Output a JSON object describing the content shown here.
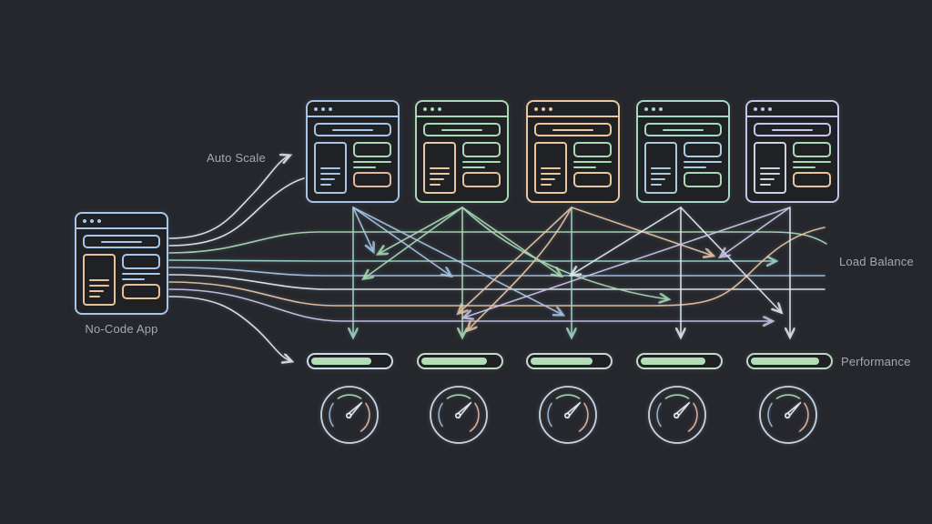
{
  "background": "#25272c",
  "palette": {
    "white": "#e4ebf2",
    "blue": "#a9c6e8",
    "green": "#a9dcb4",
    "teal": "#9fd8c8",
    "orange": "#ecc49e",
    "lavender": "#cfc8ec",
    "ring": "#c9d6e2",
    "needle": "#eaf0f6",
    "text": "#a3a9b2",
    "bar_fill": "#b2deb6"
  },
  "labels": {
    "app": "No-Code App",
    "auto_scale": "Auto Scale",
    "load_balance": "Load Balance",
    "performance": "Performance"
  },
  "source_window": {
    "colors": {
      "frame": "#a7c6e8",
      "sidebar": "#e6c29c",
      "block_top": "#a7c6e8",
      "block_bottom": "#e6c29c"
    }
  },
  "replica_windows": [
    {
      "colors": {
        "frame": "#a7c4e6",
        "sidebar": "#a7c4e6",
        "block_top": "#a9d8b4",
        "block_bottom": "#e4b8a0"
      }
    },
    {
      "colors": {
        "frame": "#a9d8b4",
        "sidebar": "#e8c8a2",
        "block_top": "#a9d8b4",
        "block_bottom": "#e6bf9c"
      }
    },
    {
      "colors": {
        "frame": "#e9c69e",
        "sidebar": "#e9c69e",
        "block_top": "#a9d8b4",
        "block_bottom": "#e9c69e"
      }
    },
    {
      "colors": {
        "frame": "#a5d8c0",
        "sidebar": "#a9c8dc",
        "block_top": "#a9cede",
        "block_bottom": "#a9d8b4"
      }
    },
    {
      "colors": {
        "frame": "#c7c3e9",
        "sidebar": "#ccd2da",
        "block_top": "#a9d8b4",
        "block_bottom": "#e8c49e"
      }
    }
  ],
  "performance_bars": [
    {
      "fill_pct": 78,
      "frame": "#ccdaea",
      "fill": "#b2deb6"
    },
    {
      "fill_pct": 85,
      "frame": "#c2dcc8",
      "fill": "#b2deb6"
    },
    {
      "fill_pct": 80,
      "frame": "#c8d8d4",
      "fill": "#b2deb6"
    },
    {
      "fill_pct": 84,
      "frame": "#c2dcc8",
      "fill": "#b2deb6"
    },
    {
      "fill_pct": 88,
      "frame": "#bdd8c2",
      "fill": "#b2deb6"
    }
  ],
  "gauge": {
    "ring": "#c9d6e2",
    "arc_left": "#9db8e0",
    "arc_top": "#a8dcb0",
    "arc_right": "#eeb09c",
    "needle": "#eaf0f6"
  }
}
